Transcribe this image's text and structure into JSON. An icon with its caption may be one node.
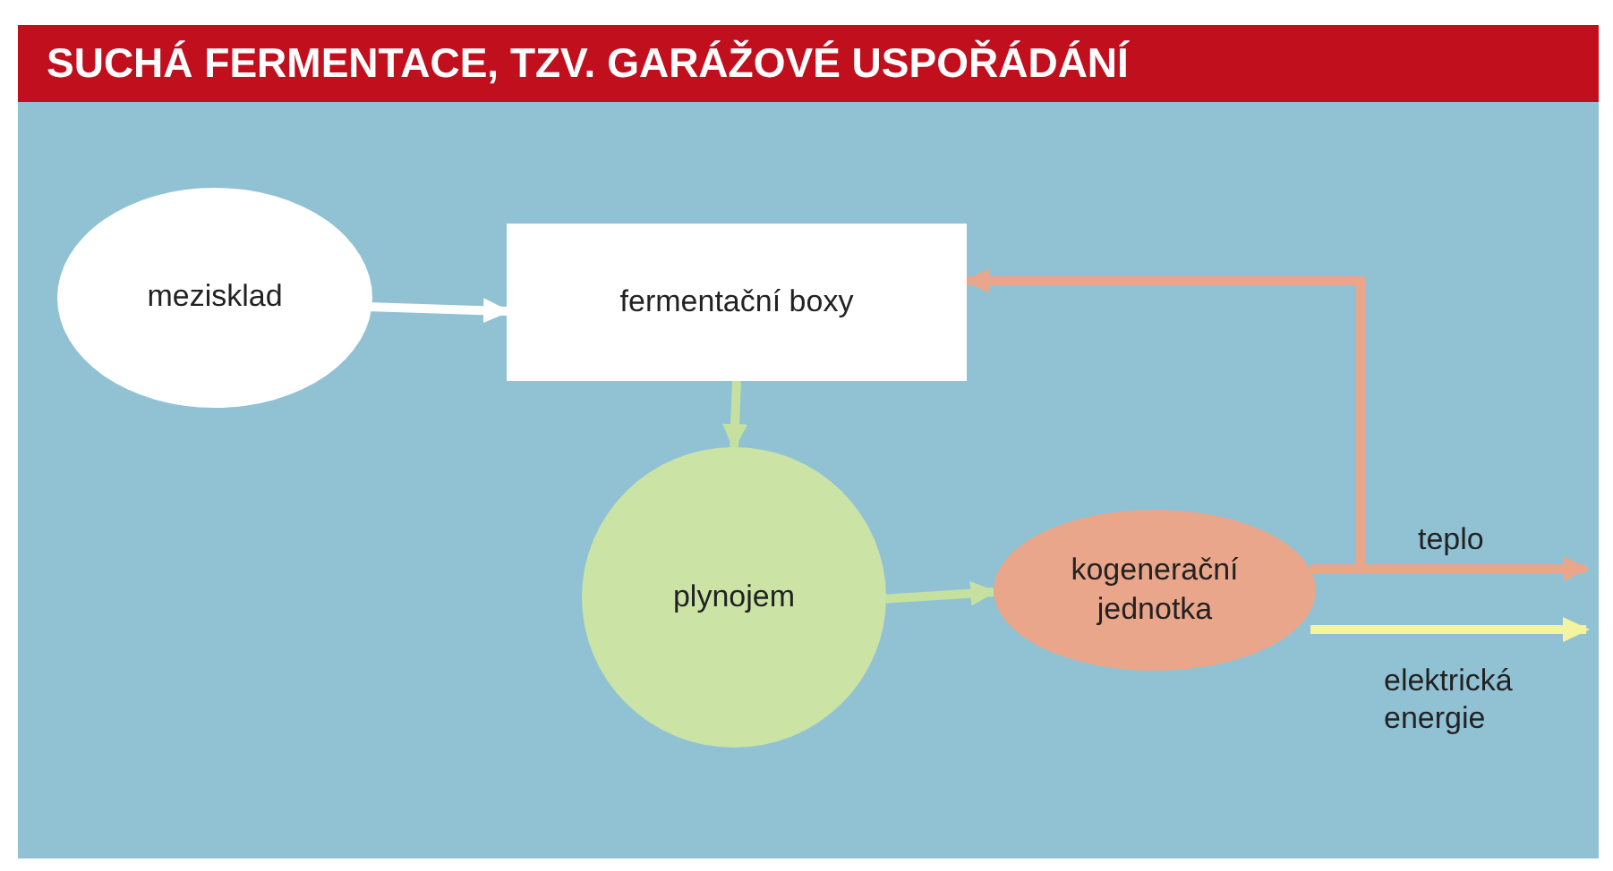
{
  "diagram": {
    "title": "SUCHÁ FERMENTACE, TZV. GARÁŽOVÉ USPOŘÁDÁNÍ",
    "nodes": [
      {
        "text": [
          "mezisklad"
        ]
      },
      {
        "text": [
          "fermentační boxy"
        ]
      },
      {
        "text": [
          "plynojem"
        ]
      },
      {
        "text": [
          "kogenerační jednotka"
        ]
      }
    ],
    "edges": [
      {
        "from": 0,
        "to": 1,
        "arrow": "to",
        "color": "#ffffff"
      },
      {
        "from": 1,
        "to": 2,
        "arrow": "to",
        "color": "#c6e0a0"
      },
      {
        "from": 2,
        "to": 3,
        "arrow": "to",
        "color": "#c6e0a0"
      },
      {
        "from": 3,
        "to": 1,
        "arrow": "to",
        "color": "#e9a68a"
      },
      {
        "from": 3,
        "to": null,
        "arrow": "to",
        "label": "teplo",
        "color": "#e9a68a"
      },
      {
        "from": 3,
        "to": null,
        "arrow": "to",
        "label": "elektrická energie",
        "color": "#f3f3a0"
      }
    ]
  }
}
